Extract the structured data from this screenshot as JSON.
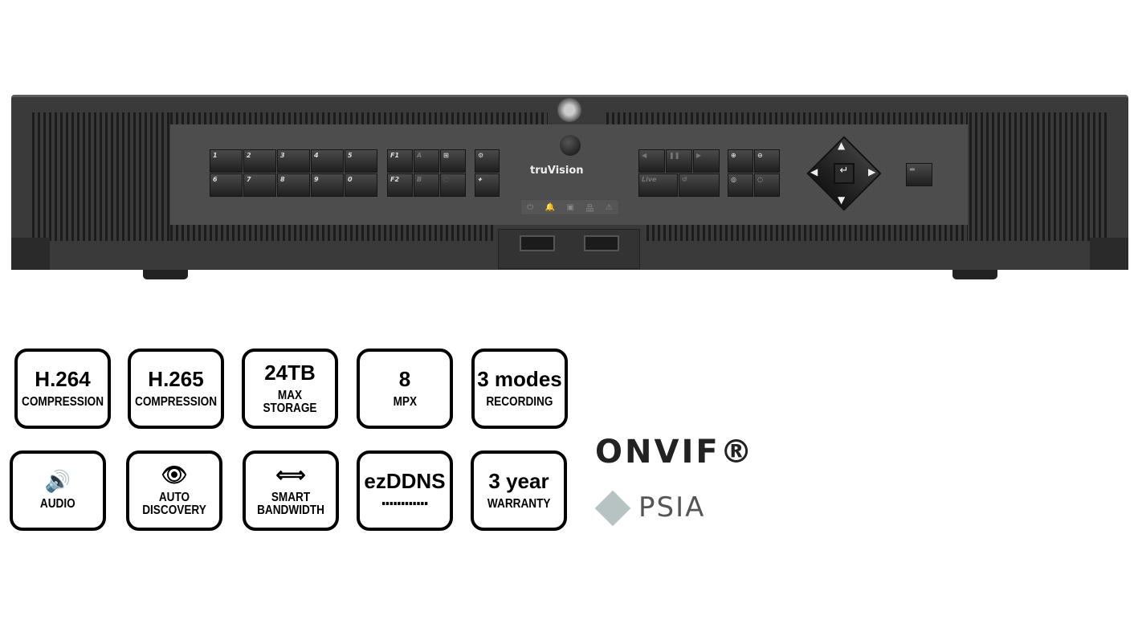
{
  "device": {
    "brand": "truVision",
    "number_keys": [
      "1",
      "2",
      "3",
      "4",
      "5",
      "6",
      "7",
      "8",
      "9",
      "0"
    ],
    "function_keys": [
      "F1",
      "A",
      "⊞",
      "F2",
      "B",
      "◌"
    ],
    "side_keys": [
      "⚙",
      "⌖"
    ],
    "playback_keys": [
      "◀",
      "❚❚",
      "▶"
    ],
    "live_key": "Live",
    "replay_key": "↺",
    "zoom_keys": [
      "⊕",
      "⊖",
      "◎",
      "◌"
    ],
    "dpad": {
      "up": "▲",
      "down": "▼",
      "left": "◀",
      "right": "▶",
      "enter": "↵"
    },
    "indicators": [
      "⏻",
      "🔔",
      "▣",
      "品",
      "⚠"
    ]
  },
  "features": [
    {
      "top": "H.264",
      "bottom": "COMPRESSION"
    },
    {
      "top": "H.265",
      "bottom": "COMPRESSION"
    },
    {
      "top": "24TB",
      "bottom": "MAX STORAGE"
    },
    {
      "top": "8",
      "bottom": "MPX"
    },
    {
      "top": "3 modes",
      "bottom": "RECORDING"
    },
    {
      "top": "🔊",
      "bottom": "AUDIO"
    },
    {
      "top": "👁",
      "bottom": "AUTO DISCOVERY"
    },
    {
      "top": "⟺",
      "bottom": "SMART BANDWIDTH"
    },
    {
      "top": "ezDDNS",
      "bottom": "▪▪▪▪▪▪▪▪▪▪▪▪"
    },
    {
      "top": "3 year",
      "bottom": "WARRANTY"
    }
  ],
  "logos": {
    "onvif": "ONVIF®",
    "psia": "PSIA"
  }
}
